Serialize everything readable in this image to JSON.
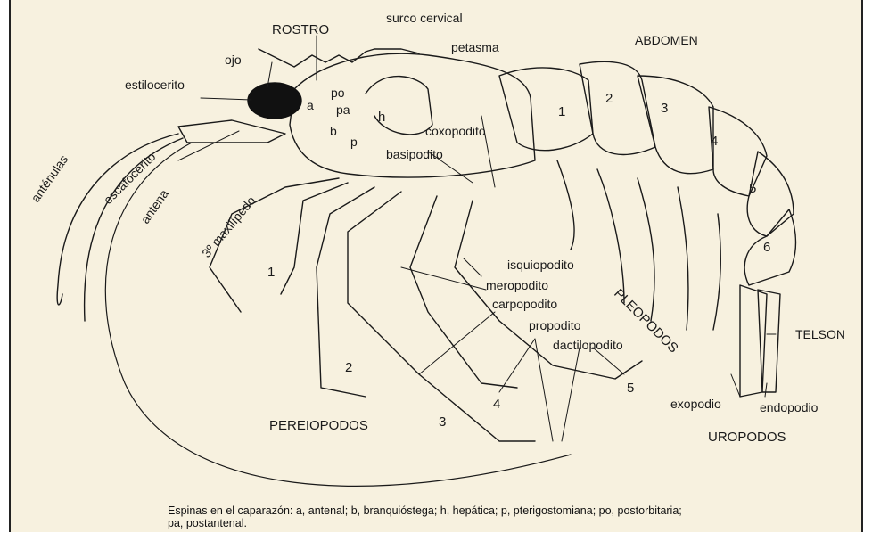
{
  "labels": {
    "rostro": "ROSTRO",
    "surco_cervical": "surco cervical",
    "abdomen": "ABDOMEN",
    "ojo": "ojo",
    "petasma": "petasma",
    "estilocerito": "estilocerito",
    "po": "po",
    "a": "a",
    "pa": "pa",
    "h": "h",
    "b": "b",
    "p": "p",
    "coxopodito": "coxopodito",
    "basipodito": "basipodito",
    "escafocerito": "escafocerito",
    "antenulas": "anténulas",
    "antena": "antena",
    "maxilipedo": "3º maxilípedo",
    "isquiopodito": "isquiopodito",
    "meropodito": "meropodito",
    "carpopodito": "carpopodito",
    "propodito": "propodito",
    "dactilopodito": "dactilopodito",
    "pleopodos": "PLEOPODOS",
    "telson": "TELSON",
    "exopodio": "exopodio",
    "endopodio": "endopodio",
    "uropodos": "UROPODOS",
    "pereiopodos": "PEREIOPODOS"
  },
  "segment_numbers": [
    "1",
    "2",
    "3",
    "4",
    "5",
    "6"
  ],
  "leg_numbers": [
    "1",
    "2",
    "3",
    "4",
    "5"
  ],
  "caption": {
    "line1": "Espinas en el caparazón: a, antenal; b, branquióstega; h, hepática; p, pterigostomiana; po, postorbitaria;",
    "line2": "pa, postantenal."
  },
  "colors": {
    "background": "#f7f1df",
    "ink": "#1a1a1a"
  }
}
